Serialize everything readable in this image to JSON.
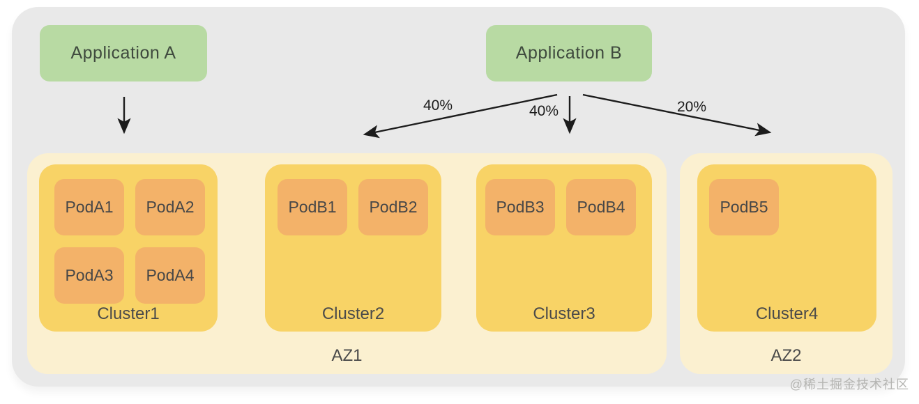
{
  "applications": [
    {
      "label": "Application A"
    },
    {
      "label": "Application B"
    }
  ],
  "arrows": [
    {
      "source": "Application A",
      "target": "Cluster1",
      "label": ""
    },
    {
      "source": "Application B",
      "target": "Cluster2",
      "label": "40%"
    },
    {
      "source": "Application B",
      "target": "Cluster3",
      "label": "40%"
    },
    {
      "source": "Application B",
      "target": "Cluster4",
      "label": "20%"
    }
  ],
  "zones": [
    {
      "label": "AZ1",
      "clusters": [
        {
          "label": "Cluster1",
          "pods": [
            {
              "label": "PodA1"
            },
            {
              "label": "PodA2"
            },
            {
              "label": "PodA3"
            },
            {
              "label": "PodA4"
            }
          ]
        },
        {
          "label": "Cluster2",
          "pods": [
            {
              "label": "PodB1"
            },
            {
              "label": "PodB2"
            }
          ]
        },
        {
          "label": "Cluster3",
          "pods": [
            {
              "label": "PodB3"
            },
            {
              "label": "PodB4"
            }
          ]
        }
      ]
    },
    {
      "label": "AZ2",
      "clusters": [
        {
          "label": "Cluster4",
          "pods": [
            {
              "label": "PodB5"
            }
          ]
        }
      ]
    }
  ],
  "watermark": "@稀土掘金技术社区",
  "colors": {
    "page_background": "#ffffff",
    "panel_background": "#e9e9e9",
    "application_fill": "#b8daa3",
    "application_text": "#3f4a3e",
    "zone_fill": "#fbf0d0",
    "cluster_fill": "#f8d366",
    "pod_fill": "#f3b269",
    "label_text": "#4a4a4a",
    "arrow_color": "#1c1c1c",
    "watermark_text": "#b5b5b2"
  }
}
